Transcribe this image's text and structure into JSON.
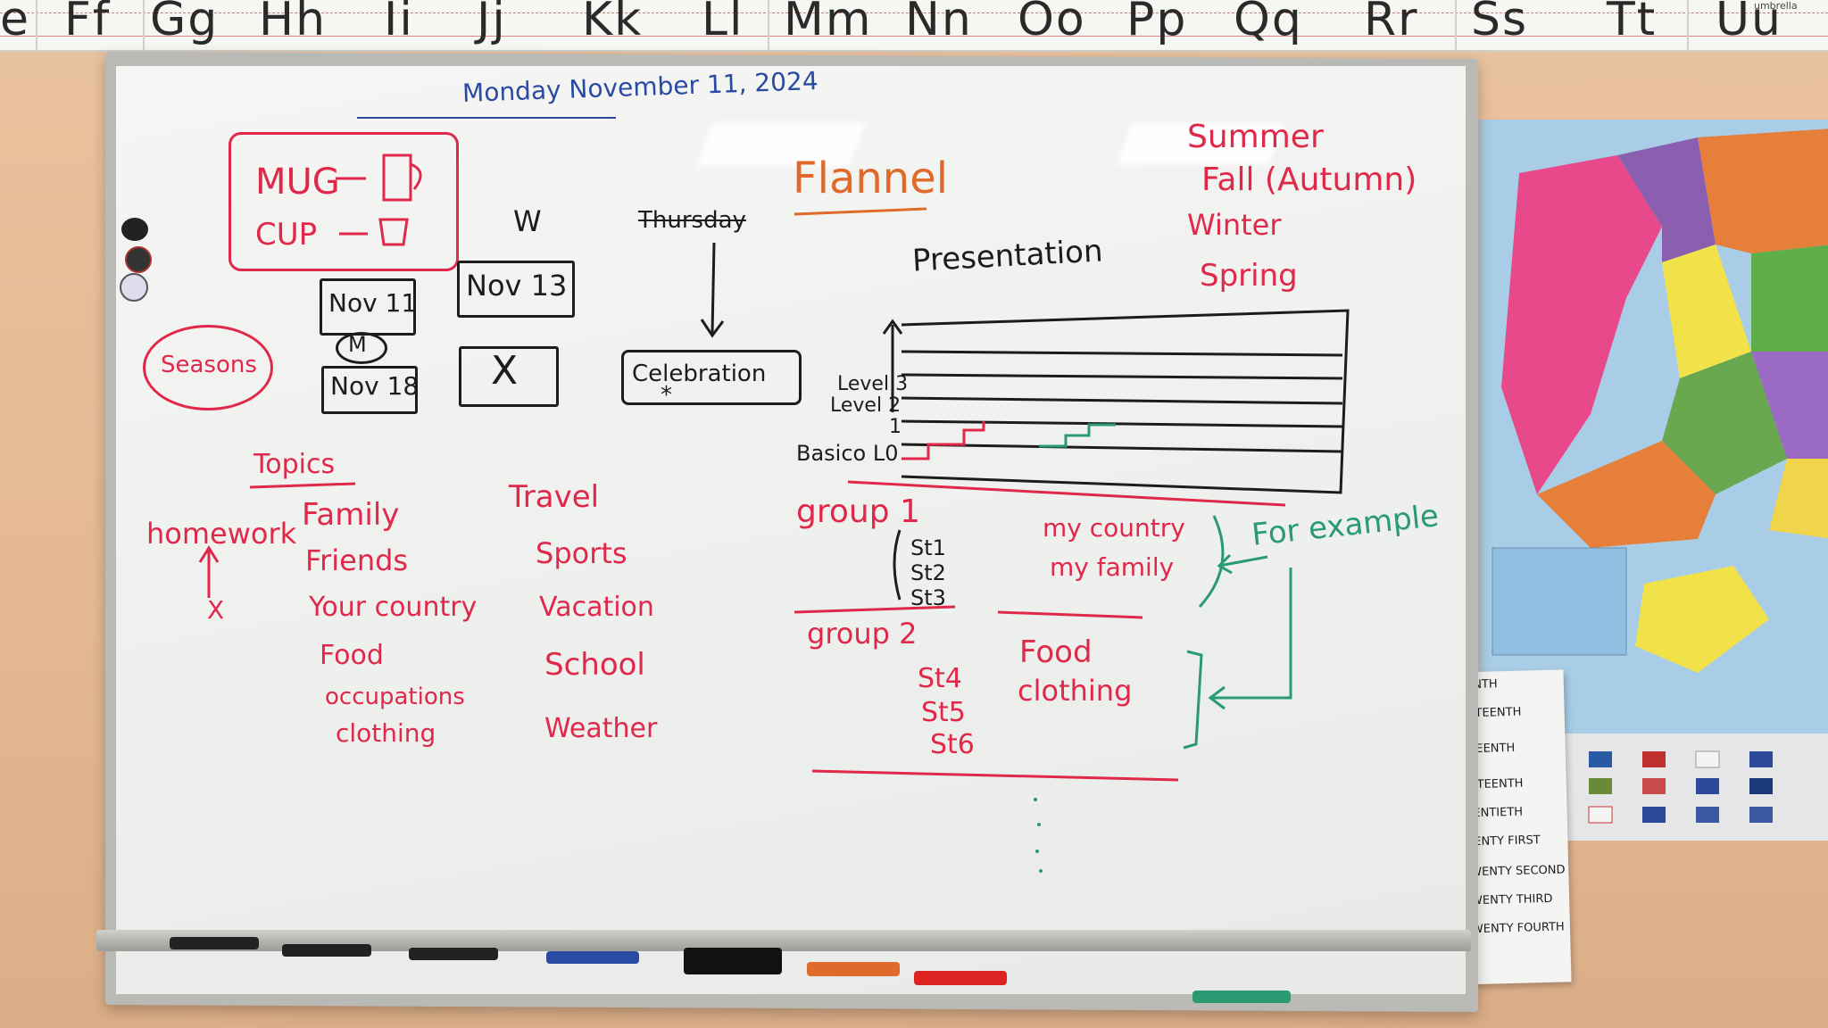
{
  "alphabet_strip": {
    "letters": [
      "e",
      "Ff",
      "Gg",
      "Hh",
      "Ii",
      "Jj",
      "Kk",
      "Ll",
      "Mm",
      "Nn",
      "Oo",
      "Pp",
      "Qq",
      "Rr",
      "Ss",
      "Tt",
      "Uu"
    ],
    "umbrella_label": "umbrella"
  },
  "board": {
    "date": "Monday November 11, 2024",
    "mug_label": "MUG",
    "cup_label": "CUP",
    "seasons_label": "Seasons",
    "w_label": "W",
    "thursday_label": "Thursday",
    "nov11": "Nov 11",
    "nov13": "Nov 13",
    "m_label": "M",
    "nov18": "Nov 18",
    "x_mark": "X",
    "celebration": "Celebration",
    "celebration_star": "*",
    "flannel": "Flannel",
    "presentation": "Presentation",
    "level3": "Level 3",
    "level2": "Level 2",
    "level1": "1",
    "basico": "Basico L0",
    "seasons_list": [
      "Summer",
      "Fall (Autumn)",
      "Winter",
      "Spring"
    ],
    "topics_title": "Topics",
    "homework": "homework",
    "homework_x": "X",
    "topics_col1": [
      "Family",
      "Friends",
      "Your country",
      "Food",
      "occupations",
      "clothing"
    ],
    "topics_col2": [
      "Travel",
      "Sports",
      "Vacation",
      "School",
      "Weather"
    ],
    "group1": "group 1",
    "group1_students": [
      "St1",
      "St2",
      "St3"
    ],
    "group1_topics": [
      "my country",
      "my family"
    ],
    "group2": "group 2",
    "group2_students": [
      "St4",
      "St5",
      "St6"
    ],
    "group2_topics": [
      "Food",
      "clothing"
    ],
    "for_example": "For example"
  },
  "side_paper": {
    "ordinals": [
      "EENTH",
      "ENTEENTH",
      "HTEENTH",
      "NETEENTH",
      "WENTIETH",
      "WENTY FIRST",
      "TWENTY SECOND",
      "TWENTY THIRD",
      "TWENTY FOURTH"
    ]
  },
  "colors": {
    "red_marker": "#e0294a",
    "black_marker": "#1c1c1c",
    "blue_marker": "#2a4aa4",
    "green_marker": "#2a9a72",
    "orange_marker": "#e06a2c"
  }
}
